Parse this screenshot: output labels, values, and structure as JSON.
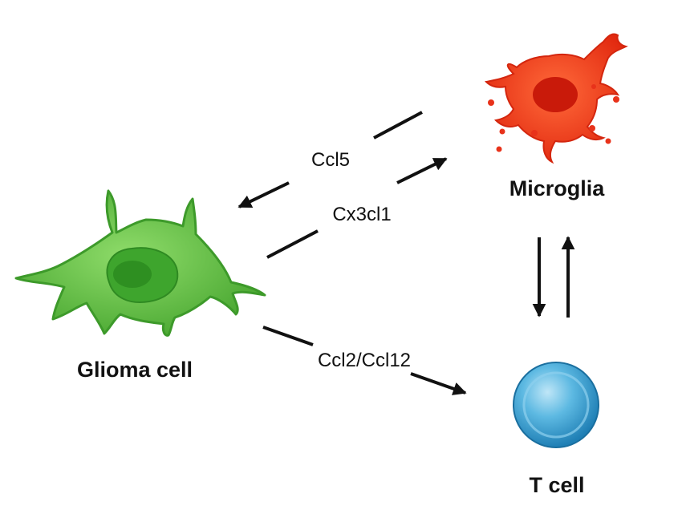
{
  "nodes": {
    "glioma": {
      "label": "Glioma cell",
      "color": "#4fb83a"
    },
    "microglia": {
      "label": "Microglia",
      "color": "#e8321a"
    },
    "tcell": {
      "label": "T cell",
      "color": "#3aa0d0"
    }
  },
  "edges": {
    "ccl5": {
      "label": "Ccl5",
      "from": "microglia",
      "to": "glioma"
    },
    "cx3cl1": {
      "label": "Cx3cl1",
      "from": "glioma",
      "to": "microglia"
    },
    "ccl2": {
      "label": "Ccl2/Ccl12",
      "from": "glioma",
      "to": "tcell"
    },
    "mg_to_t": {
      "label": "",
      "from": "microglia",
      "to": "tcell"
    },
    "t_to_mg": {
      "label": "",
      "from": "tcell",
      "to": "microglia"
    }
  }
}
